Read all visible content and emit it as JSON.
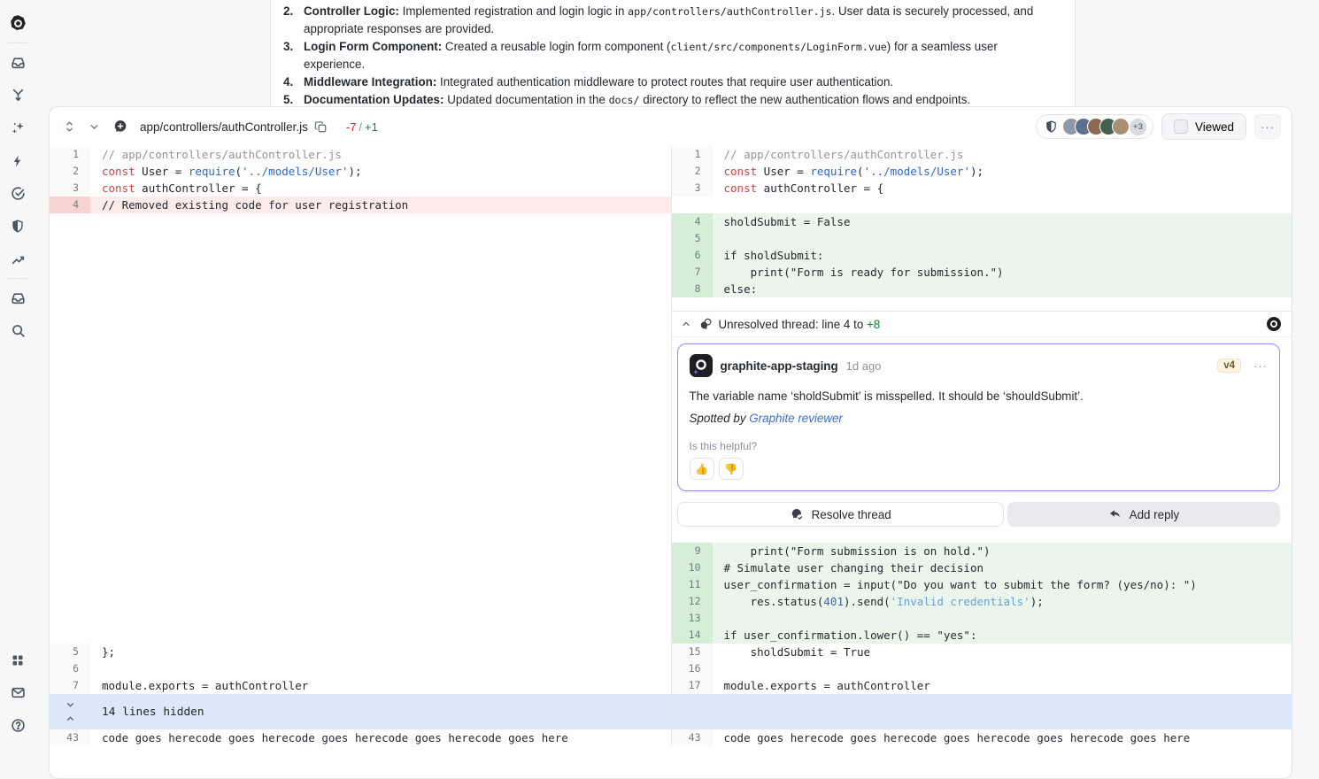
{
  "sidebar": {
    "top_groups": [
      [
        "graphite-logo"
      ],
      [
        "inbox",
        "merge-branches",
        "ai-sparkles",
        "lightning",
        "check-circle",
        "shield",
        "trend-chart"
      ],
      [
        "inbox-secondary",
        "search"
      ]
    ],
    "bottom_group": [
      "apps-grid",
      "mail",
      "help"
    ]
  },
  "summary": {
    "items": [
      {
        "num": "2.",
        "label": "Controller Logic:",
        "parts": [
          [
            "t",
            " Implemented registration and login logic in "
          ],
          [
            "c",
            "app/controllers/authController.js"
          ],
          [
            "t",
            ". User data is securely processed, and appropriate responses are provided."
          ]
        ]
      },
      {
        "num": "3.",
        "label": "Login Form Component:",
        "parts": [
          [
            "t",
            " Created a reusable login form component ("
          ],
          [
            "c",
            "client/src/components/LoginForm.vue"
          ],
          [
            "t",
            ") for a seamless user experience."
          ]
        ]
      },
      {
        "num": "4.",
        "label": "Middleware Integration:",
        "parts": [
          [
            "t",
            " Integrated authentication middleware to protect routes that require user authentication."
          ]
        ]
      },
      {
        "num": "5.",
        "label": "Documentation Updates:",
        "parts": [
          [
            "t",
            " Updated documentation in the "
          ],
          [
            "c",
            "docs/"
          ],
          [
            "t",
            " directory to reflect the new authentication flows and endpoints."
          ]
        ]
      }
    ]
  },
  "file_header": {
    "path": "app/controllers/authController.js",
    "deletions": "-7",
    "separator": "/",
    "additions": "+1",
    "avatars": [
      "#8d9aa6",
      "#5b728c",
      "#8a6a52",
      "#46604f",
      "#a98f74"
    ],
    "overflow": "+3",
    "viewed_label": "Viewed",
    "menu_label": "···"
  },
  "thread": {
    "title_prefix": "Unresolved thread: line 4 to ",
    "title_add": "+8",
    "comment": {
      "author": "graphite-app-staging",
      "time": "1d ago",
      "version": "v4",
      "menu": "···",
      "body": "The variable name ‘sholdSubmit’ is misspelled. It should be ‘shouldSubmit’.",
      "spotted_prefix": "Spotted by ",
      "spotted_link": "Graphite reviewer",
      "helpful": "Is this helpful?",
      "thumb_up": "👍",
      "thumb_down": "👎"
    },
    "resolve_label": "Resolve thread",
    "reply_label": "Add reply"
  },
  "hidden": {
    "label": "14 lines hidden"
  },
  "colors": {
    "accent_purple": "#9d8cf0",
    "added_bg": "#eaf6ec",
    "removed_bg": "#fdecea",
    "hidden_bar_bg": "#dce8f9",
    "addition_green": "#1a7f37",
    "deletion_red": "#cf222e",
    "link_blue": "#3b6fd4"
  },
  "diff": {
    "rows": [
      {
        "k": "code",
        "l": {
          "n": "1",
          "t": "ctx",
          "s": [
            [
              "cmt",
              "// app/controllers/authController.js"
            ]
          ]
        },
        "r": {
          "n": "1",
          "t": "ctx",
          "s": [
            [
              "cmt",
              "// app/controllers/authController.js"
            ]
          ]
        }
      },
      {
        "k": "code",
        "l": {
          "n": "2",
          "t": "ctx",
          "s": [
            [
              "kw",
              "const"
            ],
            [
              "pl",
              " User = "
            ],
            [
              "fn",
              "require"
            ],
            [
              "pl",
              "("
            ],
            [
              "str",
              "'../models/User'"
            ],
            [
              "pl",
              ");"
            ]
          ]
        },
        "r": {
          "n": "2",
          "t": "ctx",
          "s": [
            [
              "kw",
              "const"
            ],
            [
              "pl",
              " User = "
            ],
            [
              "fn",
              "require"
            ],
            [
              "pl",
              "("
            ],
            [
              "str",
              "'../models/User'"
            ],
            [
              "pl",
              ");"
            ]
          ]
        }
      },
      {
        "k": "code",
        "l": {
          "n": "3",
          "t": "ctx",
          "s": [
            [
              "kw",
              "const"
            ],
            [
              "pl",
              " authController = {"
            ]
          ]
        },
        "r": {
          "n": "3",
          "t": "ctx",
          "s": [
            [
              "kw",
              "const"
            ],
            [
              "pl",
              " authController = {"
            ]
          ]
        }
      },
      {
        "k": "code",
        "l": {
          "n": "4",
          "t": "rem",
          "s": [
            [
              "pl",
              "// Removed existing code for user registration"
            ]
          ]
        },
        "r": {
          "t": "sp"
        }
      },
      {
        "k": "code",
        "l": {
          "t": "sp"
        },
        "r": {
          "n": "4",
          "t": "add",
          "s": [
            [
              "pl",
              "sholdSubmit = False"
            ]
          ]
        }
      },
      {
        "k": "code",
        "l": {
          "t": "sp"
        },
        "r": {
          "n": "5",
          "t": "add",
          "s": []
        }
      },
      {
        "k": "code",
        "l": {
          "t": "sp"
        },
        "r": {
          "n": "6",
          "t": "add",
          "s": [
            [
              "pl",
              "if sholdSubmit:"
            ]
          ]
        }
      },
      {
        "k": "code",
        "l": {
          "t": "sp"
        },
        "r": {
          "n": "7",
          "t": "add",
          "s": [
            [
              "pl",
              "    print(\"Form is ready for submission.\")"
            ]
          ]
        }
      },
      {
        "k": "code",
        "l": {
          "t": "sp"
        },
        "r": {
          "n": "8",
          "t": "add",
          "s": [
            [
              "pl",
              "else:"
            ]
          ]
        }
      },
      {
        "k": "thread"
      },
      {
        "k": "code",
        "l": {
          "t": "sp"
        },
        "r": {
          "n": "9",
          "t": "add",
          "s": [
            [
              "pl",
              "    print(\"Form submission is on hold.\")"
            ]
          ]
        }
      },
      {
        "k": "code",
        "l": {
          "t": "sp"
        },
        "r": {
          "n": "10",
          "t": "add",
          "s": [
            [
              "pl",
              "# Simulate user changing their decision"
            ]
          ]
        }
      },
      {
        "k": "code",
        "l": {
          "t": "sp"
        },
        "r": {
          "n": "11",
          "t": "add",
          "s": [
            [
              "pl",
              "user_confirmation = input(\"Do you want to submit the form? (yes/no): \")"
            ]
          ]
        }
      },
      {
        "k": "code",
        "l": {
          "t": "sp"
        },
        "r": {
          "n": "12",
          "t": "add",
          "s": [
            [
              "pl",
              "    res.status("
            ],
            [
              "num",
              "401"
            ],
            [
              "pl",
              ").send("
            ],
            [
              "str2",
              "'Invalid credentials'"
            ],
            [
              "pl",
              ");"
            ]
          ]
        }
      },
      {
        "k": "code",
        "l": {
          "t": "sp"
        },
        "r": {
          "n": "13",
          "t": "add",
          "s": []
        }
      },
      {
        "k": "code",
        "l": {
          "t": "sp"
        },
        "r": {
          "n": "14",
          "t": "add",
          "s": [
            [
              "pl",
              "if user_confirmation.lower() == \"yes\":"
            ]
          ]
        }
      },
      {
        "k": "code",
        "l": {
          "n": "5",
          "t": "ctx",
          "s": [
            [
              "pl",
              "};"
            ]
          ]
        },
        "r": {
          "n": "15",
          "t": "ctx",
          "s": [
            [
              "pl",
              "    sholdSubmit = True"
            ]
          ]
        }
      },
      {
        "k": "code",
        "l": {
          "n": "6",
          "t": "ctx",
          "s": []
        },
        "r": {
          "n": "16",
          "t": "ctx",
          "s": []
        }
      },
      {
        "k": "code",
        "l": {
          "n": "7",
          "t": "ctx",
          "s": [
            [
              "pl",
              "module.exports = authController"
            ]
          ]
        },
        "r": {
          "n": "17",
          "t": "ctx",
          "s": [
            [
              "pl",
              "module.exports = authController"
            ]
          ]
        }
      },
      {
        "k": "hidden"
      },
      {
        "k": "code",
        "l": {
          "n": "43",
          "t": "ctx",
          "s": [
            [
              "pl",
              "code goes herecode goes herecode goes herecode goes herecode goes here"
            ]
          ]
        },
        "r": {
          "n": "43",
          "t": "ctx",
          "s": [
            [
              "pl",
              "code goes herecode goes herecode goes herecode goes herecode goes here"
            ]
          ]
        }
      }
    ]
  }
}
